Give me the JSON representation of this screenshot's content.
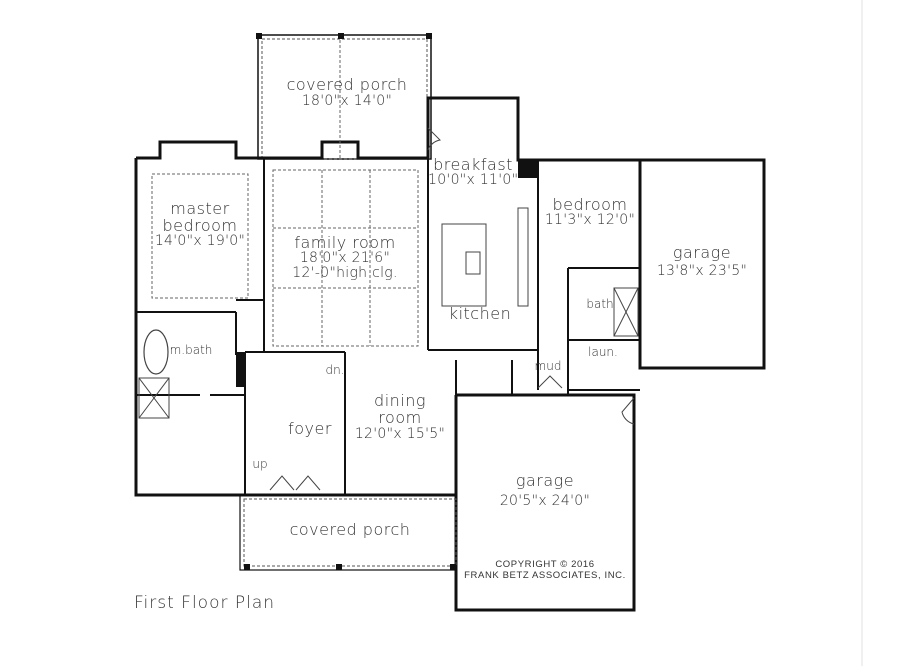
{
  "plan": {
    "title": "First Floor Plan",
    "copyright_line1": "COPYRIGHT © 2016",
    "copyright_line2": "FRANK BETZ ASSOCIATES, INC."
  },
  "rooms": {
    "rear_porch": {
      "name": "covered porch",
      "dims": "18'0\"x 14'0\""
    },
    "breakfast": {
      "name": "breakfast",
      "dims": "10'0\"x 11'0\""
    },
    "master_bedroom": {
      "name1": "master",
      "name2": "bedroom",
      "dims": "14'0\"x 19'0\""
    },
    "family_room": {
      "name": "family room",
      "dims": "18'0\"x 21'6\"",
      "ceiling": "12'-0\"high clg."
    },
    "bedroom": {
      "name": "bedroom",
      "dims": "11'3\"x 12'0\""
    },
    "garage_small": {
      "name": "garage",
      "dims": "13'8\"x 23'5\""
    },
    "kitchen": {
      "name": "kitchen"
    },
    "bath": {
      "name": "bath"
    },
    "laundry": {
      "name": "laun."
    },
    "mud": {
      "name": "mud"
    },
    "master_bath": {
      "name": "m.bath"
    },
    "stairs_down": {
      "name": "dn."
    },
    "stairs_up": {
      "name": "up"
    },
    "foyer": {
      "name": "foyer"
    },
    "dining_room": {
      "name1": "dining",
      "name2": "room",
      "dims": "12'0\"x 15'5\""
    },
    "garage_large": {
      "name": "garage",
      "dims": "20'5\"x 24'0\""
    },
    "front_porch": {
      "name": "covered porch"
    }
  },
  "colors": {
    "wall": "#111111",
    "line": "#444444",
    "dashed": "#666666",
    "text": "#333333"
  }
}
